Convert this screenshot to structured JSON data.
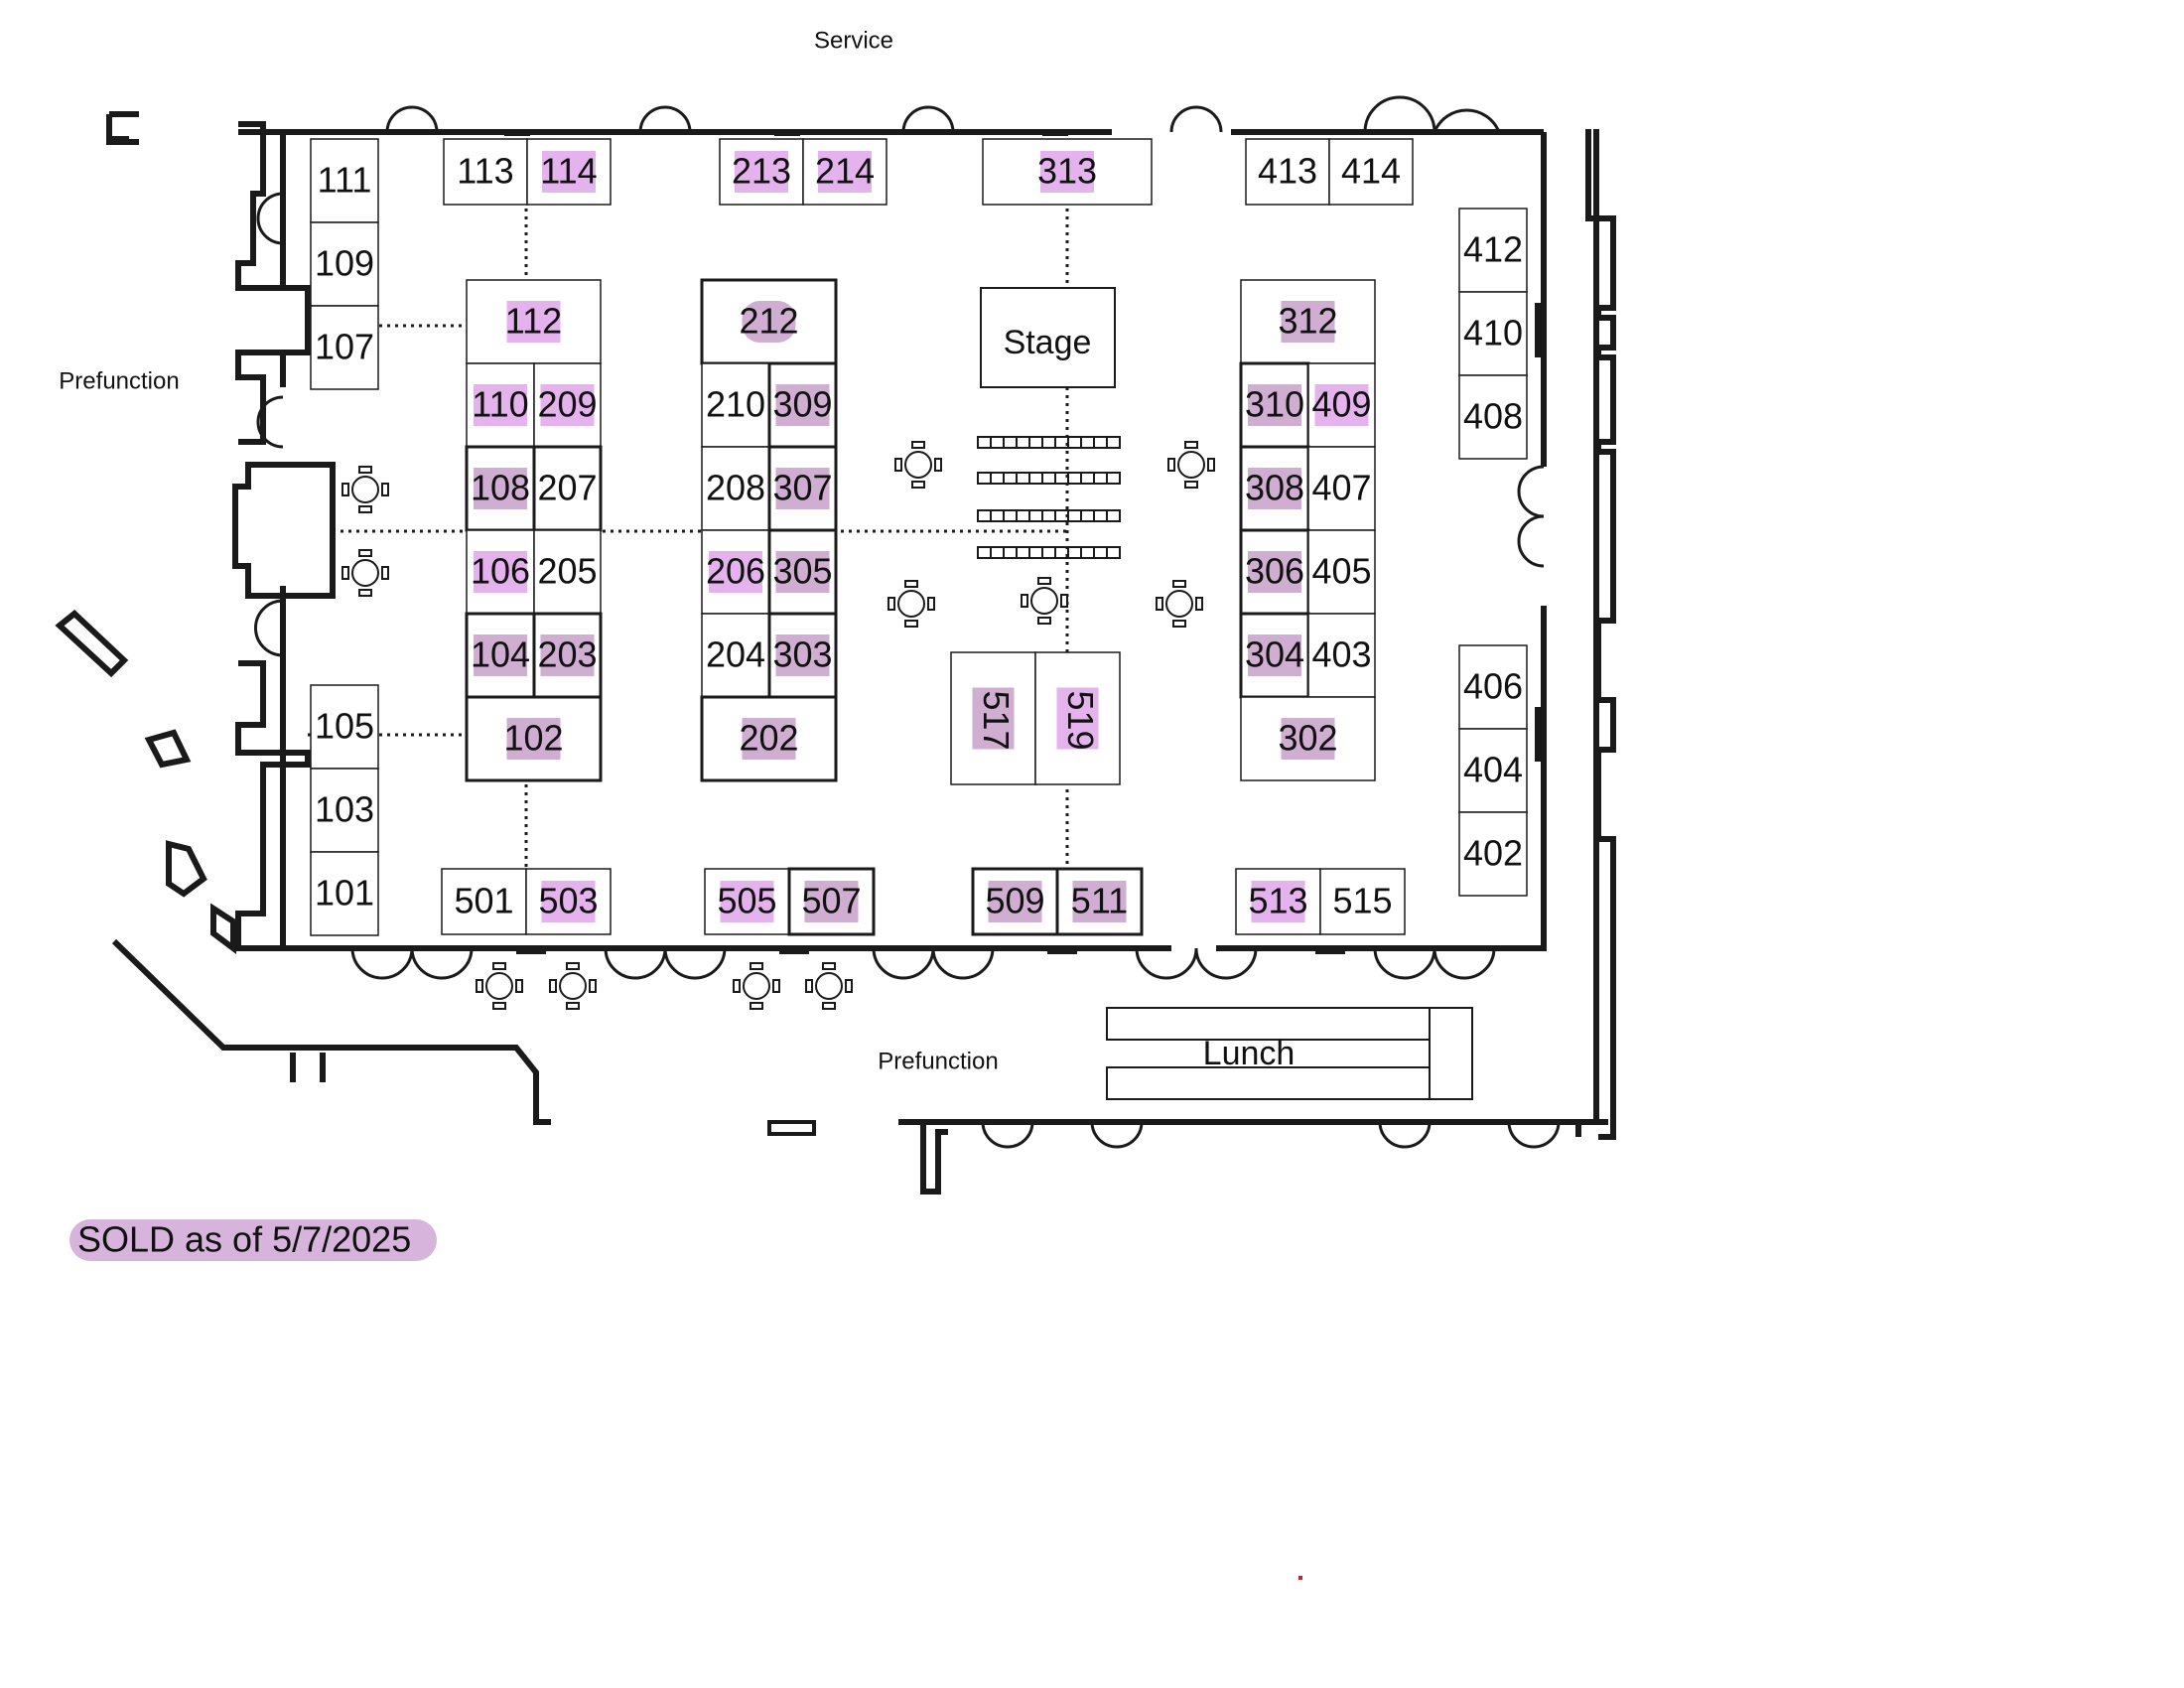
{
  "areas": {
    "service": "Service",
    "prefunction_left": "Prefunction",
    "prefunction_bottom": "Prefunction",
    "stage": "Stage",
    "lunch": "Lunch"
  },
  "legend": {
    "text": "SOLD as of 5/7/2025",
    "color": "#d7b4dc"
  },
  "colors": {
    "sold_light": "#e4b2ec",
    "sold_dark": "#cfaed2",
    "wall": "#1a1a1a"
  },
  "booths": [
    {
      "id": "111",
      "sold": false
    },
    {
      "id": "109",
      "sold": false
    },
    {
      "id": "107",
      "sold": false
    },
    {
      "id": "105",
      "sold": false
    },
    {
      "id": "103",
      "sold": false
    },
    {
      "id": "101",
      "sold": false
    },
    {
      "id": "113",
      "sold": false
    },
    {
      "id": "114",
      "sold": true,
      "shade": "light"
    },
    {
      "id": "213",
      "sold": true,
      "shade": "light"
    },
    {
      "id": "214",
      "sold": true,
      "shade": "light"
    },
    {
      "id": "313",
      "sold": true,
      "shade": "light"
    },
    {
      "id": "413",
      "sold": false
    },
    {
      "id": "414",
      "sold": false
    },
    {
      "id": "412",
      "sold": false
    },
    {
      "id": "410",
      "sold": false
    },
    {
      "id": "408",
      "sold": false
    },
    {
      "id": "406",
      "sold": false
    },
    {
      "id": "404",
      "sold": false
    },
    {
      "id": "402",
      "sold": false
    },
    {
      "id": "112",
      "sold": true,
      "shade": "light"
    },
    {
      "id": "110",
      "sold": true,
      "shade": "light"
    },
    {
      "id": "209",
      "sold": true,
      "shade": "light"
    },
    {
      "id": "108",
      "sold": true,
      "shade": "dark"
    },
    {
      "id": "207",
      "sold": false
    },
    {
      "id": "106",
      "sold": true,
      "shade": "light"
    },
    {
      "id": "205",
      "sold": false
    },
    {
      "id": "104",
      "sold": true,
      "shade": "dark"
    },
    {
      "id": "203",
      "sold": true,
      "shade": "dark"
    },
    {
      "id": "102",
      "sold": true,
      "shade": "dark"
    },
    {
      "id": "212",
      "sold": true,
      "shade": "dark"
    },
    {
      "id": "210",
      "sold": false
    },
    {
      "id": "309",
      "sold": true,
      "shade": "dark"
    },
    {
      "id": "208",
      "sold": false
    },
    {
      "id": "307",
      "sold": true,
      "shade": "dark"
    },
    {
      "id": "206",
      "sold": true,
      "shade": "light"
    },
    {
      "id": "305",
      "sold": true,
      "shade": "dark"
    },
    {
      "id": "204",
      "sold": false
    },
    {
      "id": "303",
      "sold": true,
      "shade": "dark"
    },
    {
      "id": "202",
      "sold": true,
      "shade": "dark"
    },
    {
      "id": "312",
      "sold": true,
      "shade": "dark"
    },
    {
      "id": "310",
      "sold": true,
      "shade": "dark"
    },
    {
      "id": "409",
      "sold": true,
      "shade": "light"
    },
    {
      "id": "308",
      "sold": true,
      "shade": "dark"
    },
    {
      "id": "407",
      "sold": false
    },
    {
      "id": "306",
      "sold": true,
      "shade": "dark"
    },
    {
      "id": "405",
      "sold": false
    },
    {
      "id": "304",
      "sold": true,
      "shade": "dark"
    },
    {
      "id": "403",
      "sold": false
    },
    {
      "id": "302",
      "sold": true,
      "shade": "dark"
    },
    {
      "id": "517",
      "sold": true,
      "shade": "dark"
    },
    {
      "id": "519",
      "sold": true,
      "shade": "light"
    },
    {
      "id": "501",
      "sold": false
    },
    {
      "id": "503",
      "sold": true,
      "shade": "light"
    },
    {
      "id": "505",
      "sold": true,
      "shade": "light"
    },
    {
      "id": "507",
      "sold": true,
      "shade": "dark"
    },
    {
      "id": "509",
      "sold": true,
      "shade": "dark"
    },
    {
      "id": "511",
      "sold": true,
      "shade": "dark"
    },
    {
      "id": "513",
      "sold": true,
      "shade": "light"
    },
    {
      "id": "515",
      "sold": false
    }
  ]
}
